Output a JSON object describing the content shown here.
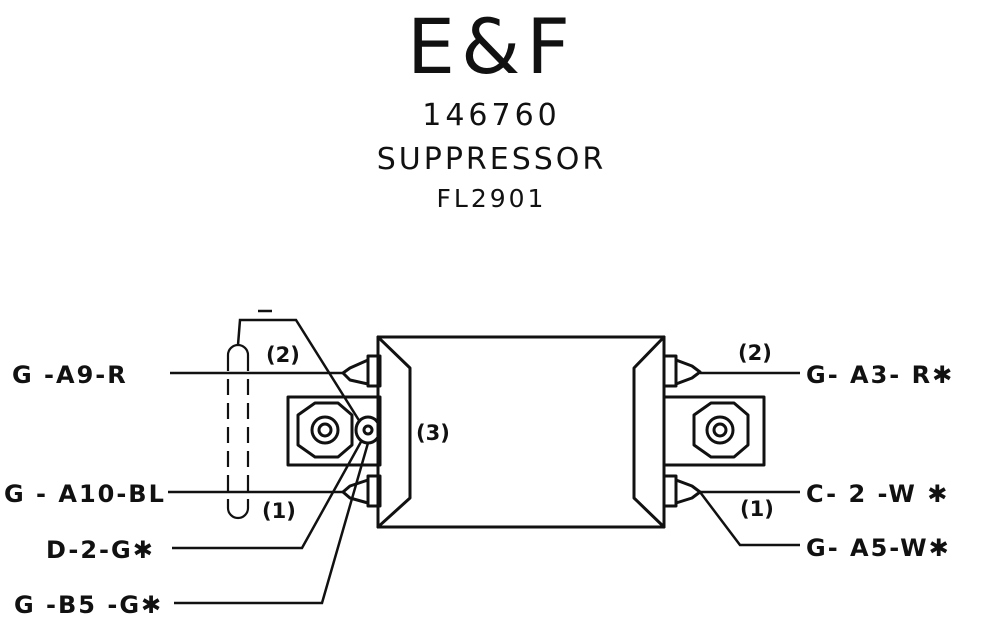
{
  "header": {
    "brand": "E&F",
    "part_number": "146760",
    "component": "SUPPRESSOR",
    "reference": "FL2901"
  },
  "left_wires": {
    "top": "G -A9-R",
    "bottom": "G - A10-BL",
    "ground_1": "D-2-G✱",
    "ground_2": "G -B5 -G✱"
  },
  "right_wires": {
    "top": "G- A3- R✱",
    "bottom": "C- 2 -W ✱",
    "lower": "G- A5-W✱"
  },
  "pins": {
    "left_top": "(2)",
    "left_bottom": "(1)",
    "center": "(3)",
    "right_top": "(2)",
    "right_bottom": "(1)"
  }
}
